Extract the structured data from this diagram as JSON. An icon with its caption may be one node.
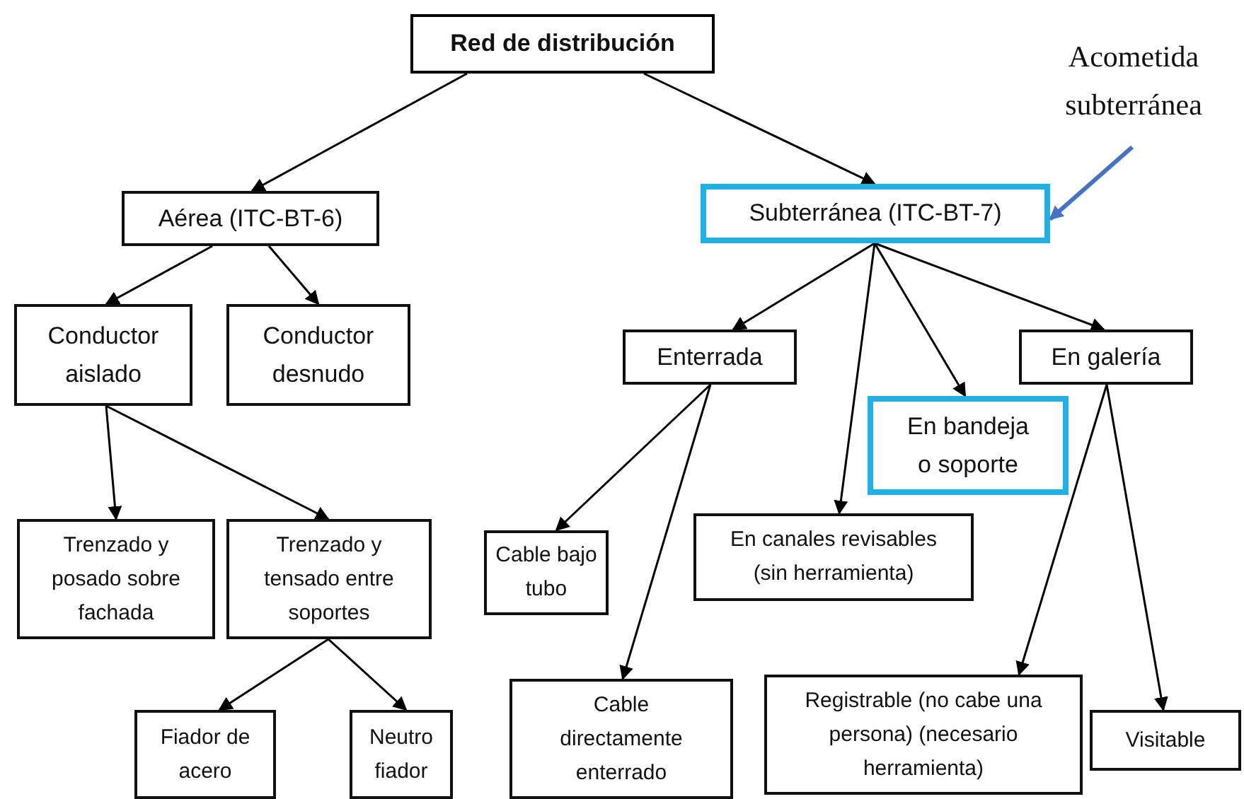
{
  "diagram": {
    "nodes": [
      {
        "text": [
          "Red de distribución"
        ]
      },
      {
        "text": [
          "Aérea (ITC-BT-6)"
        ]
      },
      {
        "text": [
          "Subterránea (ITC-BT-7)"
        ]
      },
      {
        "text": [
          "Acometida subterránea"
        ]
      },
      {
        "text": [
          "Conductor aislado"
        ]
      },
      {
        "text": [
          "Conductor desnudo"
        ]
      },
      {
        "text": [
          "Enterrada"
        ]
      },
      {
        "text": [
          "En bandeja o soporte"
        ]
      },
      {
        "text": [
          "En galería"
        ]
      },
      {
        "text": [
          "Trenzado y posado sobre fachada"
        ]
      },
      {
        "text": [
          "Trenzado y tensado entre soportes"
        ]
      },
      {
        "text": [
          "Cable bajo tubo"
        ]
      },
      {
        "text": [
          "En canales revisables (sin herramienta)"
        ]
      },
      {
        "text": [
          "Fiador de acero"
        ]
      },
      {
        "text": [
          "Neutro fiador"
        ]
      },
      {
        "text": [
          "Cable directamente enterrado"
        ]
      },
      {
        "text": [
          "Registrable (no cabe una persona) (necesario herramienta)"
        ]
      },
      {
        "text": [
          "Visitable"
        ]
      }
    ],
    "edges": [
      {
        "from": 0,
        "to": 1,
        "arrow": "to"
      },
      {
        "from": 0,
        "to": 2,
        "arrow": "to"
      },
      {
        "from": 1,
        "to": 4,
        "arrow": "to"
      },
      {
        "from": 1,
        "to": 5,
        "arrow": "to"
      },
      {
        "from": 4,
        "to": 9,
        "arrow": "to"
      },
      {
        "from": 4,
        "to": 10,
        "arrow": "to"
      },
      {
        "from": 10,
        "to": 13,
        "arrow": "to"
      },
      {
        "from": 10,
        "to": 14,
        "arrow": "to"
      },
      {
        "from": 2,
        "to": 6,
        "arrow": "to"
      },
      {
        "from": 2,
        "to": 12,
        "arrow": "to"
      },
      {
        "from": 2,
        "to": 7,
        "arrow": "to"
      },
      {
        "from": 2,
        "to": 8,
        "arrow": "to"
      },
      {
        "from": 6,
        "to": 11,
        "arrow": "to"
      },
      {
        "from": 6,
        "to": 15,
        "arrow": "to"
      },
      {
        "from": 8,
        "to": 16,
        "arrow": "to"
      },
      {
        "from": 8,
        "to": 17,
        "arrow": "to"
      },
      {
        "from": 3,
        "to": 2,
        "arrow": "to",
        "style": "thick",
        "color": "#4472c4"
      }
    ]
  }
}
